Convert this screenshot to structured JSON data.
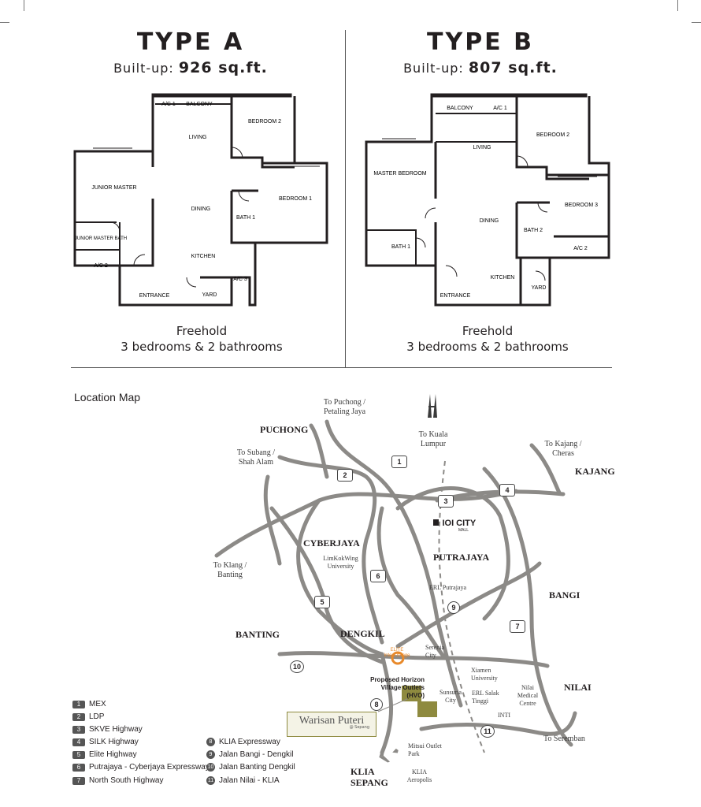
{
  "type_a": {
    "title": "TYPE A",
    "builtup_label": "Built-up:",
    "builtup_value": "926 sq.ft.",
    "tenure": "Freehold",
    "rooms": "3 bedrooms & 2 bathrooms",
    "plan_labels": {
      "ac1": "A/C 1",
      "balcony": "BALCONY",
      "bedroom2": "BEDROOM 2",
      "living": "LIVING",
      "junior_master": "JUNIOR MASTER",
      "dining": "DINING",
      "bedroom1": "BEDROOM 1",
      "bath1": "BATH 1",
      "junior_master_bath": "JUNIOR MASTER BATH",
      "ac2": "A/C 2",
      "kitchen": "KITCHEN",
      "ac3": "A/C 3",
      "entrance": "ENTRANCE",
      "yard": "YARD"
    }
  },
  "type_b": {
    "title": "TYPE B",
    "builtup_label": "Built-up:",
    "builtup_value": "807 sq.ft.",
    "tenure": "Freehold",
    "rooms": "3 bedrooms & 2 bathrooms",
    "plan_labels": {
      "balcony": "BALCONY",
      "ac1": "A/C 1",
      "bedroom2": "BEDROOM 2",
      "living": "LIVING",
      "master_bedroom": "MASTER BEDROOM",
      "dining": "DINING",
      "bedroom3": "BEDROOM 3",
      "bath2": "BATH 2",
      "bath1": "BATH 1",
      "ac2": "A/C 2",
      "kitchen": "KITCHEN",
      "entrance": "ENTRANCE",
      "yard": "YARD"
    }
  },
  "map": {
    "heading": "Location Map",
    "destinations": {
      "puchong_pj": "To Puchong / Petaling Jaya",
      "kl": "To Kuala Lumpur",
      "kajang": "To Kajang / Cheras",
      "subang": "To Subang / Shah Alam",
      "klang": "To Klang / Banting",
      "seremban": "To Seremban"
    },
    "towns": {
      "puchong": "PUCHONG",
      "kajang": "KAJANG",
      "cyberjaya": "CYBERJAYA",
      "putrajaya": "PUTRAJAYA",
      "bangi": "BANGI",
      "banting": "BANTING",
      "dengkil": "DENGKIL",
      "nilai": "NILAI",
      "klia": "KLIA SEPANG"
    },
    "places": {
      "ioi_city": "IOI CITY",
      "ioi_mall": "MALL",
      "limkokwing": "LimKokWing University",
      "erl_putrajaya": "ERL Putrajaya",
      "serenia": "Serenia City",
      "elite": "ELITE InterChange",
      "xiamen": "Xiamen University",
      "hvo": "Proposed Horizon Village Outlets (HVO)",
      "sunsuria": "Sunsuria City",
      "erl_salak": "ERL Salak Tinggi",
      "nilai_medical": "Nilai Medical Centre",
      "inti": "INTI",
      "mitsui": "Mitsui Outlet Park",
      "klia_aeropolis": "KLIA Aeropolis",
      "warisan": "Warisan Puteri",
      "warisan_sub": "@ Sepang"
    },
    "badges": [
      "1",
      "2",
      "3",
      "4",
      "5",
      "6",
      "7",
      "8",
      "9",
      "10",
      "11"
    ]
  },
  "legend": {
    "square_items": [
      {
        "num": "1",
        "label": "MEX"
      },
      {
        "num": "2",
        "label": "LDP"
      },
      {
        "num": "3",
        "label": "SKVE Highway"
      },
      {
        "num": "4",
        "label": "SILK Highway"
      },
      {
        "num": "5",
        "label": "Elite Highway"
      },
      {
        "num": "6",
        "label": "Putrajaya - Cyberjaya Expressway"
      },
      {
        "num": "7",
        "label": "North South Highway"
      }
    ],
    "circle_items": [
      {
        "num": "8",
        "label": "KLIA Expressway"
      },
      {
        "num": "9",
        "label": "Jalan Bangi - Dengkil"
      },
      {
        "num": "10",
        "label": "Jalan Banting Dengkil"
      },
      {
        "num": "11",
        "label": "Jalan Nilai - KLIA"
      }
    ]
  },
  "colors": {
    "road": "#8c8a87",
    "elite": "#e8892a",
    "site": "#8e8a3f",
    "text": "#231f20"
  }
}
